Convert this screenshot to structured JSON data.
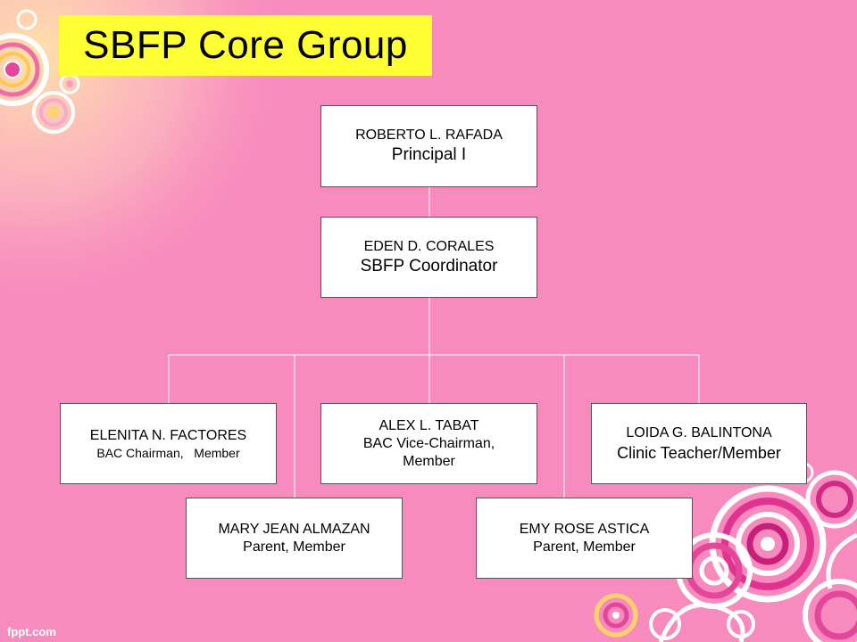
{
  "slide": {
    "title": "SBFP Core Group",
    "footer": "fppt.com",
    "background_color": "#f78bbd",
    "title_highlight_color": "#ffff33"
  },
  "org_chart": {
    "nodes": [
      {
        "id": "principal",
        "name": "ROBERTO  L. RAFADA",
        "role": "Principal I"
      },
      {
        "id": "coordinator",
        "name": "EDEN D. CORALES",
        "role": "SBFP Coordinator"
      },
      {
        "id": "bac-chairman",
        "name": "ELENITA N. FACTORES",
        "role": "BAC Chairman,   Member"
      },
      {
        "id": "bac-vice-chairman",
        "name": "ALEX L. TABAT",
        "role": "BAC Vice-Chairman,\nMember"
      },
      {
        "id": "clinic-teacher",
        "name": "LOIDA G. BALINTONA",
        "role": "Clinic Teacher/Member"
      },
      {
        "id": "parent-1",
        "name": "MARY JEAN ALMAZAN",
        "role": "Parent, Member"
      },
      {
        "id": "parent-2",
        "name": "EMY ROSE ASTICA",
        "role": "Parent, Member"
      }
    ],
    "edges": [
      [
        "principal",
        "coordinator"
      ],
      [
        "coordinator",
        "bac-chairman"
      ],
      [
        "coordinator",
        "bac-vice-chairman"
      ],
      [
        "coordinator",
        "clinic-teacher"
      ],
      [
        "coordinator",
        "parent-1"
      ],
      [
        "coordinator",
        "parent-2"
      ]
    ]
  }
}
